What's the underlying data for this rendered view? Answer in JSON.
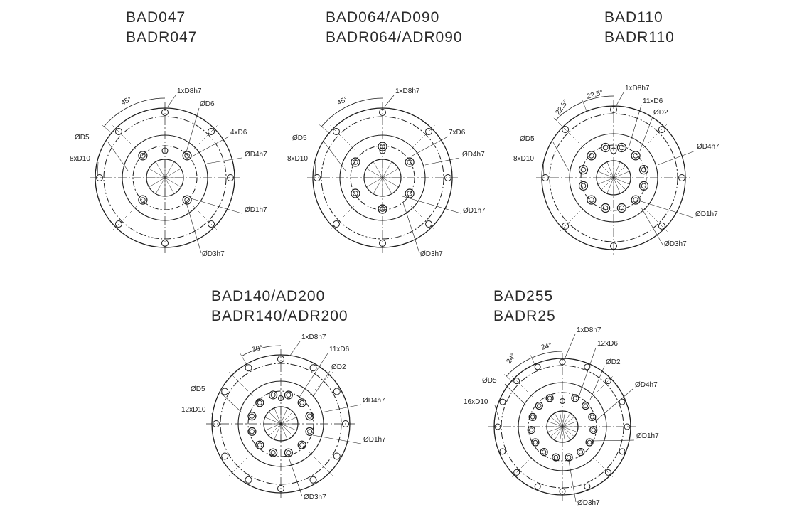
{
  "flanges": [
    {
      "title_lines": [
        "BAD047",
        "BADR047"
      ],
      "labels": {
        "ang1": "45°",
        "d8": "1xD8h7",
        "d6": "ØD6",
        "holes": "4xD6",
        "d5": "ØD5",
        "d10": "8xD10",
        "d4": "ØD4h7",
        "d1": "ØD1h7",
        "d3": "ØD3h7"
      }
    },
    {
      "title_lines": [
        "BAD064/AD090",
        "BADR064/ADR090"
      ],
      "labels": {
        "ang1": "45°",
        "d8": "1xD8h7",
        "holes": "7xD6",
        "d5": "ØD5",
        "d10": "8xD10",
        "d4": "ØD4h7",
        "d1": "ØD1h7",
        "d3": "ØD3h7"
      }
    },
    {
      "title_lines": [
        "BAD110",
        "BADR110"
      ],
      "labels": {
        "ang1": "22.5°",
        "ang2": "22.5°",
        "d8": "1xD8h7",
        "holes": "11xD6",
        "d2": "ØD2",
        "d5": "ØD5",
        "d10": "8xD10",
        "d4": "ØD4h7",
        "d1": "ØD1h7",
        "d3": "ØD3h7"
      }
    },
    {
      "title_lines": [
        "BAD140/AD200",
        "BADR140/ADR200"
      ],
      "labels": {
        "ang1": "30°",
        "d8": "1xD8h7",
        "holes": "11xD6",
        "d2": "ØD2",
        "d5": "ØD5",
        "d10": "12xD10",
        "d4": "ØD4h7",
        "d1": "ØD1h7",
        "d3": "ØD3h7"
      }
    },
    {
      "title_lines": [
        "BAD255",
        "BADR25"
      ],
      "labels": {
        "ang1": "24°",
        "ang2": "24°",
        "d8": "1xD8h7",
        "holes": "12xD6",
        "d2": "ØD2",
        "d5": "ØD5",
        "d10": "16xD10",
        "d4": "ØD4h7",
        "d1": "ØD1h7",
        "d3": "ØD3h7"
      }
    }
  ]
}
